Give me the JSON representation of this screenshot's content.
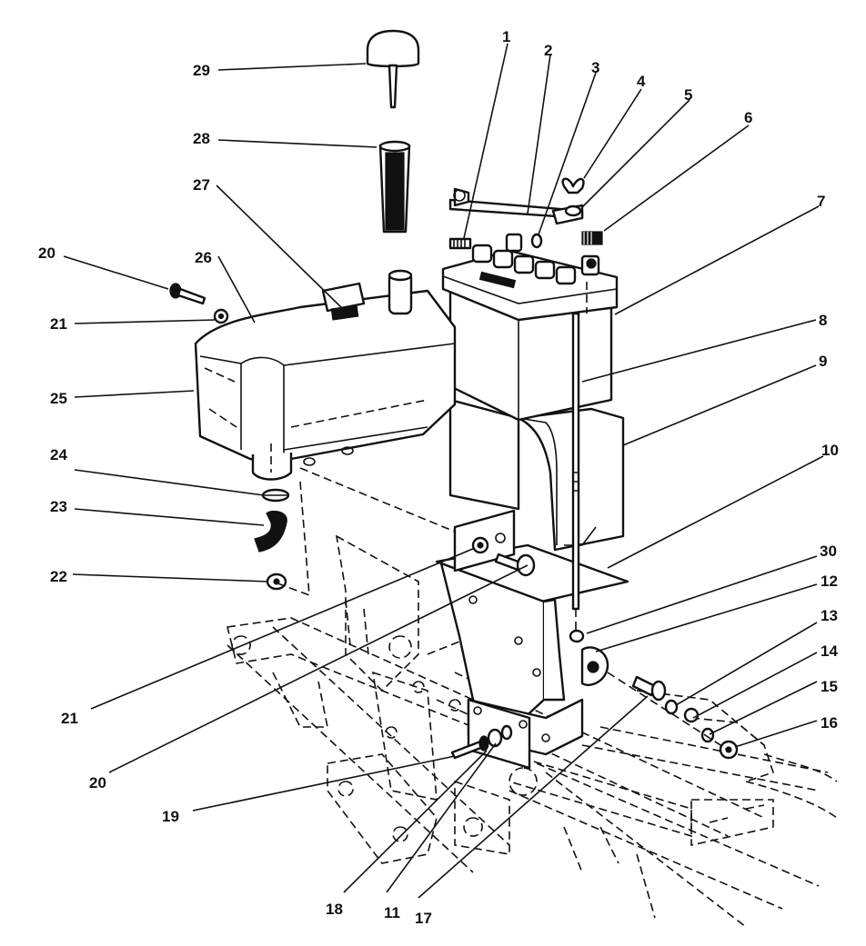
{
  "labels": [
    {
      "id": "1",
      "text": "1"
    },
    {
      "id": "2",
      "text": "2"
    },
    {
      "id": "3",
      "text": "3"
    },
    {
      "id": "4",
      "text": "4"
    },
    {
      "id": "5",
      "text": "5"
    },
    {
      "id": "6",
      "text": "6"
    },
    {
      "id": "7",
      "text": "7"
    },
    {
      "id": "8",
      "text": "8"
    },
    {
      "id": "9",
      "text": "9"
    },
    {
      "id": "10",
      "text": "10"
    },
    {
      "id": "30",
      "text": "30"
    },
    {
      "id": "12",
      "text": "12"
    },
    {
      "id": "13",
      "text": "13"
    },
    {
      "id": "14",
      "text": "14"
    },
    {
      "id": "15",
      "text": "15"
    },
    {
      "id": "16",
      "text": "16"
    },
    {
      "id": "17",
      "text": "17"
    },
    {
      "id": "11",
      "text": "11"
    },
    {
      "id": "18",
      "text": "18"
    },
    {
      "id": "19",
      "text": "19"
    },
    {
      "id": "20b",
      "text": "20"
    },
    {
      "id": "21b",
      "text": "21"
    },
    {
      "id": "22",
      "text": "22"
    },
    {
      "id": "23",
      "text": "23"
    },
    {
      "id": "24",
      "text": "24"
    },
    {
      "id": "25",
      "text": "25"
    },
    {
      "id": "21a",
      "text": "21"
    },
    {
      "id": "20a",
      "text": "20"
    },
    {
      "id": "26",
      "text": "26"
    },
    {
      "id": "27",
      "text": "27"
    },
    {
      "id": "28",
      "text": "28"
    },
    {
      "id": "29",
      "text": "29"
    }
  ]
}
